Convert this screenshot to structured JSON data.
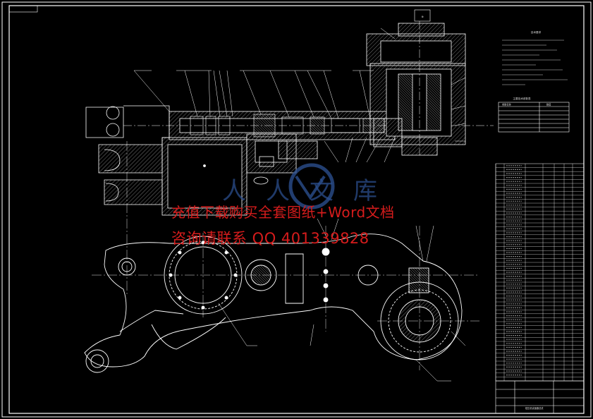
{
  "drawing": {
    "watermark_logo_text": "人人文库",
    "watermark_line1": "充值下载购买全套图纸+Word文档",
    "watermark_line2": "咨询请联系  QQ 401339828",
    "tech_requirements_title": "技术要求",
    "spec_table_title": "主要技术参数表",
    "spec_header": [
      "参数名称",
      "数值"
    ],
    "title_block_name": "辊压机减速器总成"
  },
  "colors": {
    "background": "#000000",
    "line": "#ffffff",
    "hatch": "#bbbbbb",
    "watermark": "#d61c1c",
    "logo": "#2b4e8c"
  }
}
